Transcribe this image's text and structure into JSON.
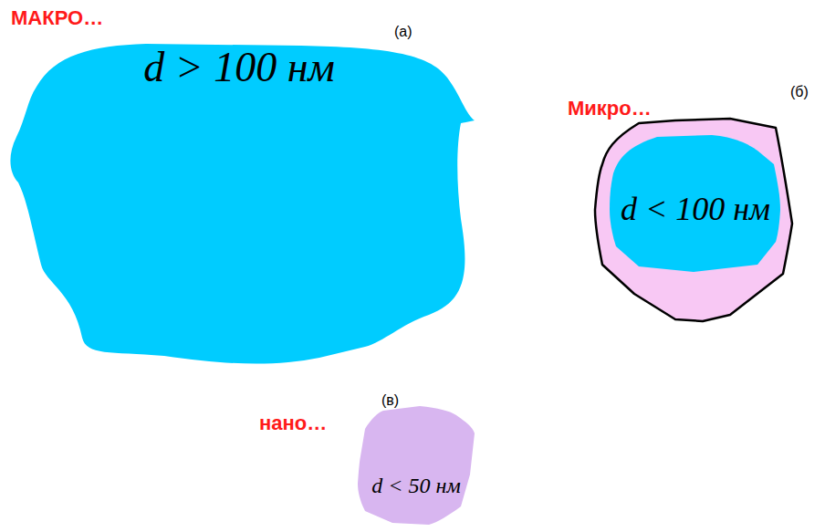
{
  "diagram": {
    "nodes": [
      {
        "text": [
          "МАКРО…",
          "d > 100 нм"
        ]
      },
      {
        "text": [
          "Микро…",
          "d < 100 нм"
        ]
      },
      {
        "text": [
          "нано…",
          "d < 50 нм"
        ]
      }
    ],
    "labels": [
      "(а)",
      "(б)",
      "(в)"
    ]
  }
}
